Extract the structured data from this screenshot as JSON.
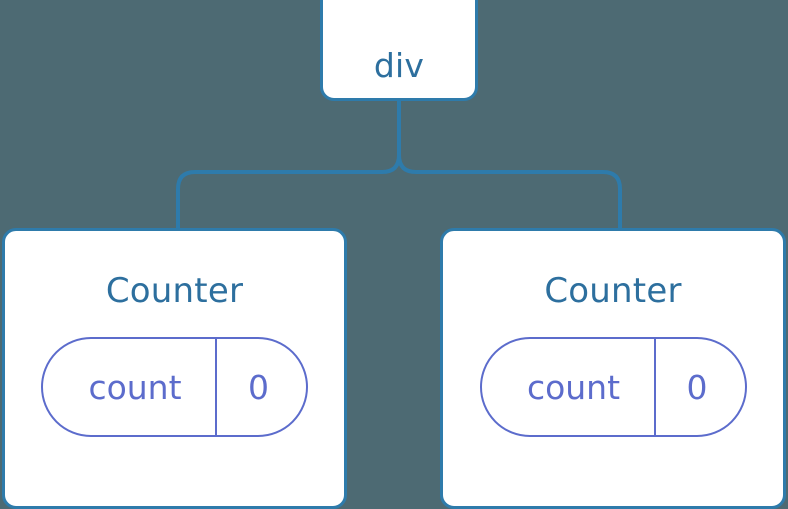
{
  "diagram": {
    "type": "component-tree",
    "background_color": "#4d6a73",
    "node_border_color": "#2e7bab",
    "node_fill_color": "#ffffff",
    "node_text_color": "#2d6f9e",
    "edge_color": "#2e7bab",
    "state_accent_color": "#5c6ccc",
    "root": {
      "label": "div"
    },
    "children": [
      {
        "label": "Counter",
        "state": {
          "key": "count",
          "value": "0"
        }
      },
      {
        "label": "Counter",
        "state": {
          "key": "count",
          "value": "0"
        }
      }
    ]
  }
}
